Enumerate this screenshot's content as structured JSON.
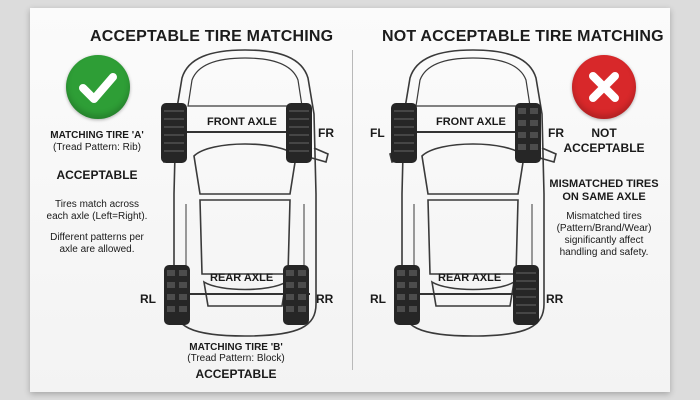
{
  "left": {
    "title": "ACCEPTABLE TIRE MATCHING",
    "badge_color": "#2e9e36",
    "badge_icon": "check-icon",
    "front_tire": {
      "name": "MATCHING TIRE 'A'",
      "pattern": "(Tread Pattern: Rib)"
    },
    "status": "ACCEPTABLE",
    "note1_lines": [
      "Tires match across",
      "each axle (Left=Right)."
    ],
    "note2_lines": [
      "Different patterns per",
      "axle are allowed."
    ],
    "front_axle": "FRONT AXLE",
    "rear_axle": "REAR AXLE",
    "fr": "FR",
    "rl": "RL",
    "rr": "RR",
    "rear_tire": {
      "name": "MATCHING TIRE 'B'",
      "pattern": "(Tread Pattern: Block)"
    },
    "bottom_status": "ACCEPTABLE"
  },
  "right": {
    "title": "NOT ACCEPTABLE TIRE MATCHING",
    "badge_color": "#d8282a",
    "badge_icon": "x-icon",
    "status_lines": [
      "NOT",
      "ACCEPTABLE"
    ],
    "mismatch_title_lines": [
      "MISMATCHED TIRES",
      "ON SAME AXLE"
    ],
    "mismatch_note_lines": [
      "Mismatched tires",
      "(Pattern/Brand/Wear)",
      "significantly affect",
      "handling and safety."
    ],
    "front_axle": "FRONT AXLE",
    "rear_axle": "REAR AXLE",
    "fl": "FL",
    "fr": "FR",
    "rl": "RL",
    "rr": "RR"
  }
}
